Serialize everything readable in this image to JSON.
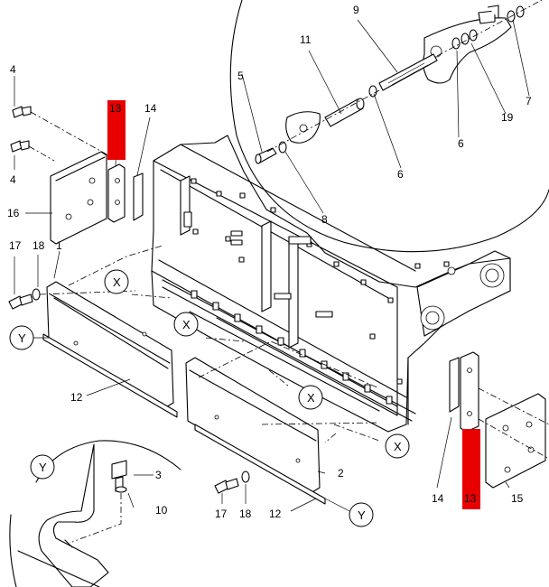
{
  "callouts": {
    "c1": "1",
    "c2": "2",
    "c3": "3",
    "c4a": "4",
    "c4b": "4",
    "c5": "5",
    "c6a": "6",
    "c6b": "6",
    "c7": "7",
    "c8": "8",
    "c9": "9",
    "c10": "10",
    "c11": "11",
    "c12a": "12",
    "c12b": "12",
    "c13a": "13",
    "c13b": "13",
    "c14a": "14",
    "c14b": "14",
    "c15": "15",
    "c16": "16",
    "c17a": "17",
    "c17b": "17",
    "c18a": "18",
    "c18b": "18",
    "c19": "19"
  },
  "view_markers": {
    "x1": "X",
    "x2": "X",
    "x3": "X",
    "x4": "X",
    "y1": "Y",
    "y2": "Y",
    "y3": "Y"
  },
  "colors": {
    "highlight": "#e80000",
    "line": "#000000",
    "background": "#ffffff"
  }
}
